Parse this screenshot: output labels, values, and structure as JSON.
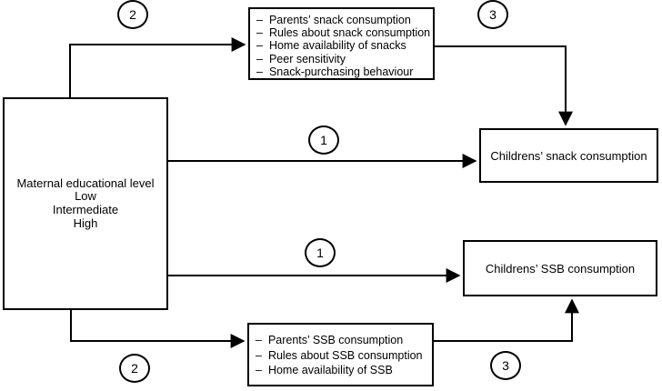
{
  "diagram": {
    "bullet": "–",
    "maternal_box": {
      "title": "Maternal educational level",
      "levels": [
        "Low",
        "Intermediate",
        "High"
      ]
    },
    "snack_factors_box": {
      "items": [
        "Parents’ snack consumption",
        "Rules about snack consumption",
        "Home availability of snacks",
        "Peer sensitivity",
        "Snack-purchasing behaviour"
      ]
    },
    "ssb_factors_box": {
      "items": [
        "Parents’ SSB consumption",
        "Rules about SSB consumption",
        "Home availability of SSB"
      ]
    },
    "snack_outcome_box": {
      "label": "Childrens’ snack consumption"
    },
    "ssb_outcome_box": {
      "label": "Childrens’ SSB consumption"
    },
    "path_labels": {
      "direct_snack": "1",
      "direct_ssb": "1",
      "to_snack_factors": "2",
      "from_snack_factors": "3",
      "to_ssb_factors": "2",
      "from_ssb_factors": "3"
    },
    "colors": {
      "line": "#000000",
      "background": "#ffffff"
    }
  }
}
